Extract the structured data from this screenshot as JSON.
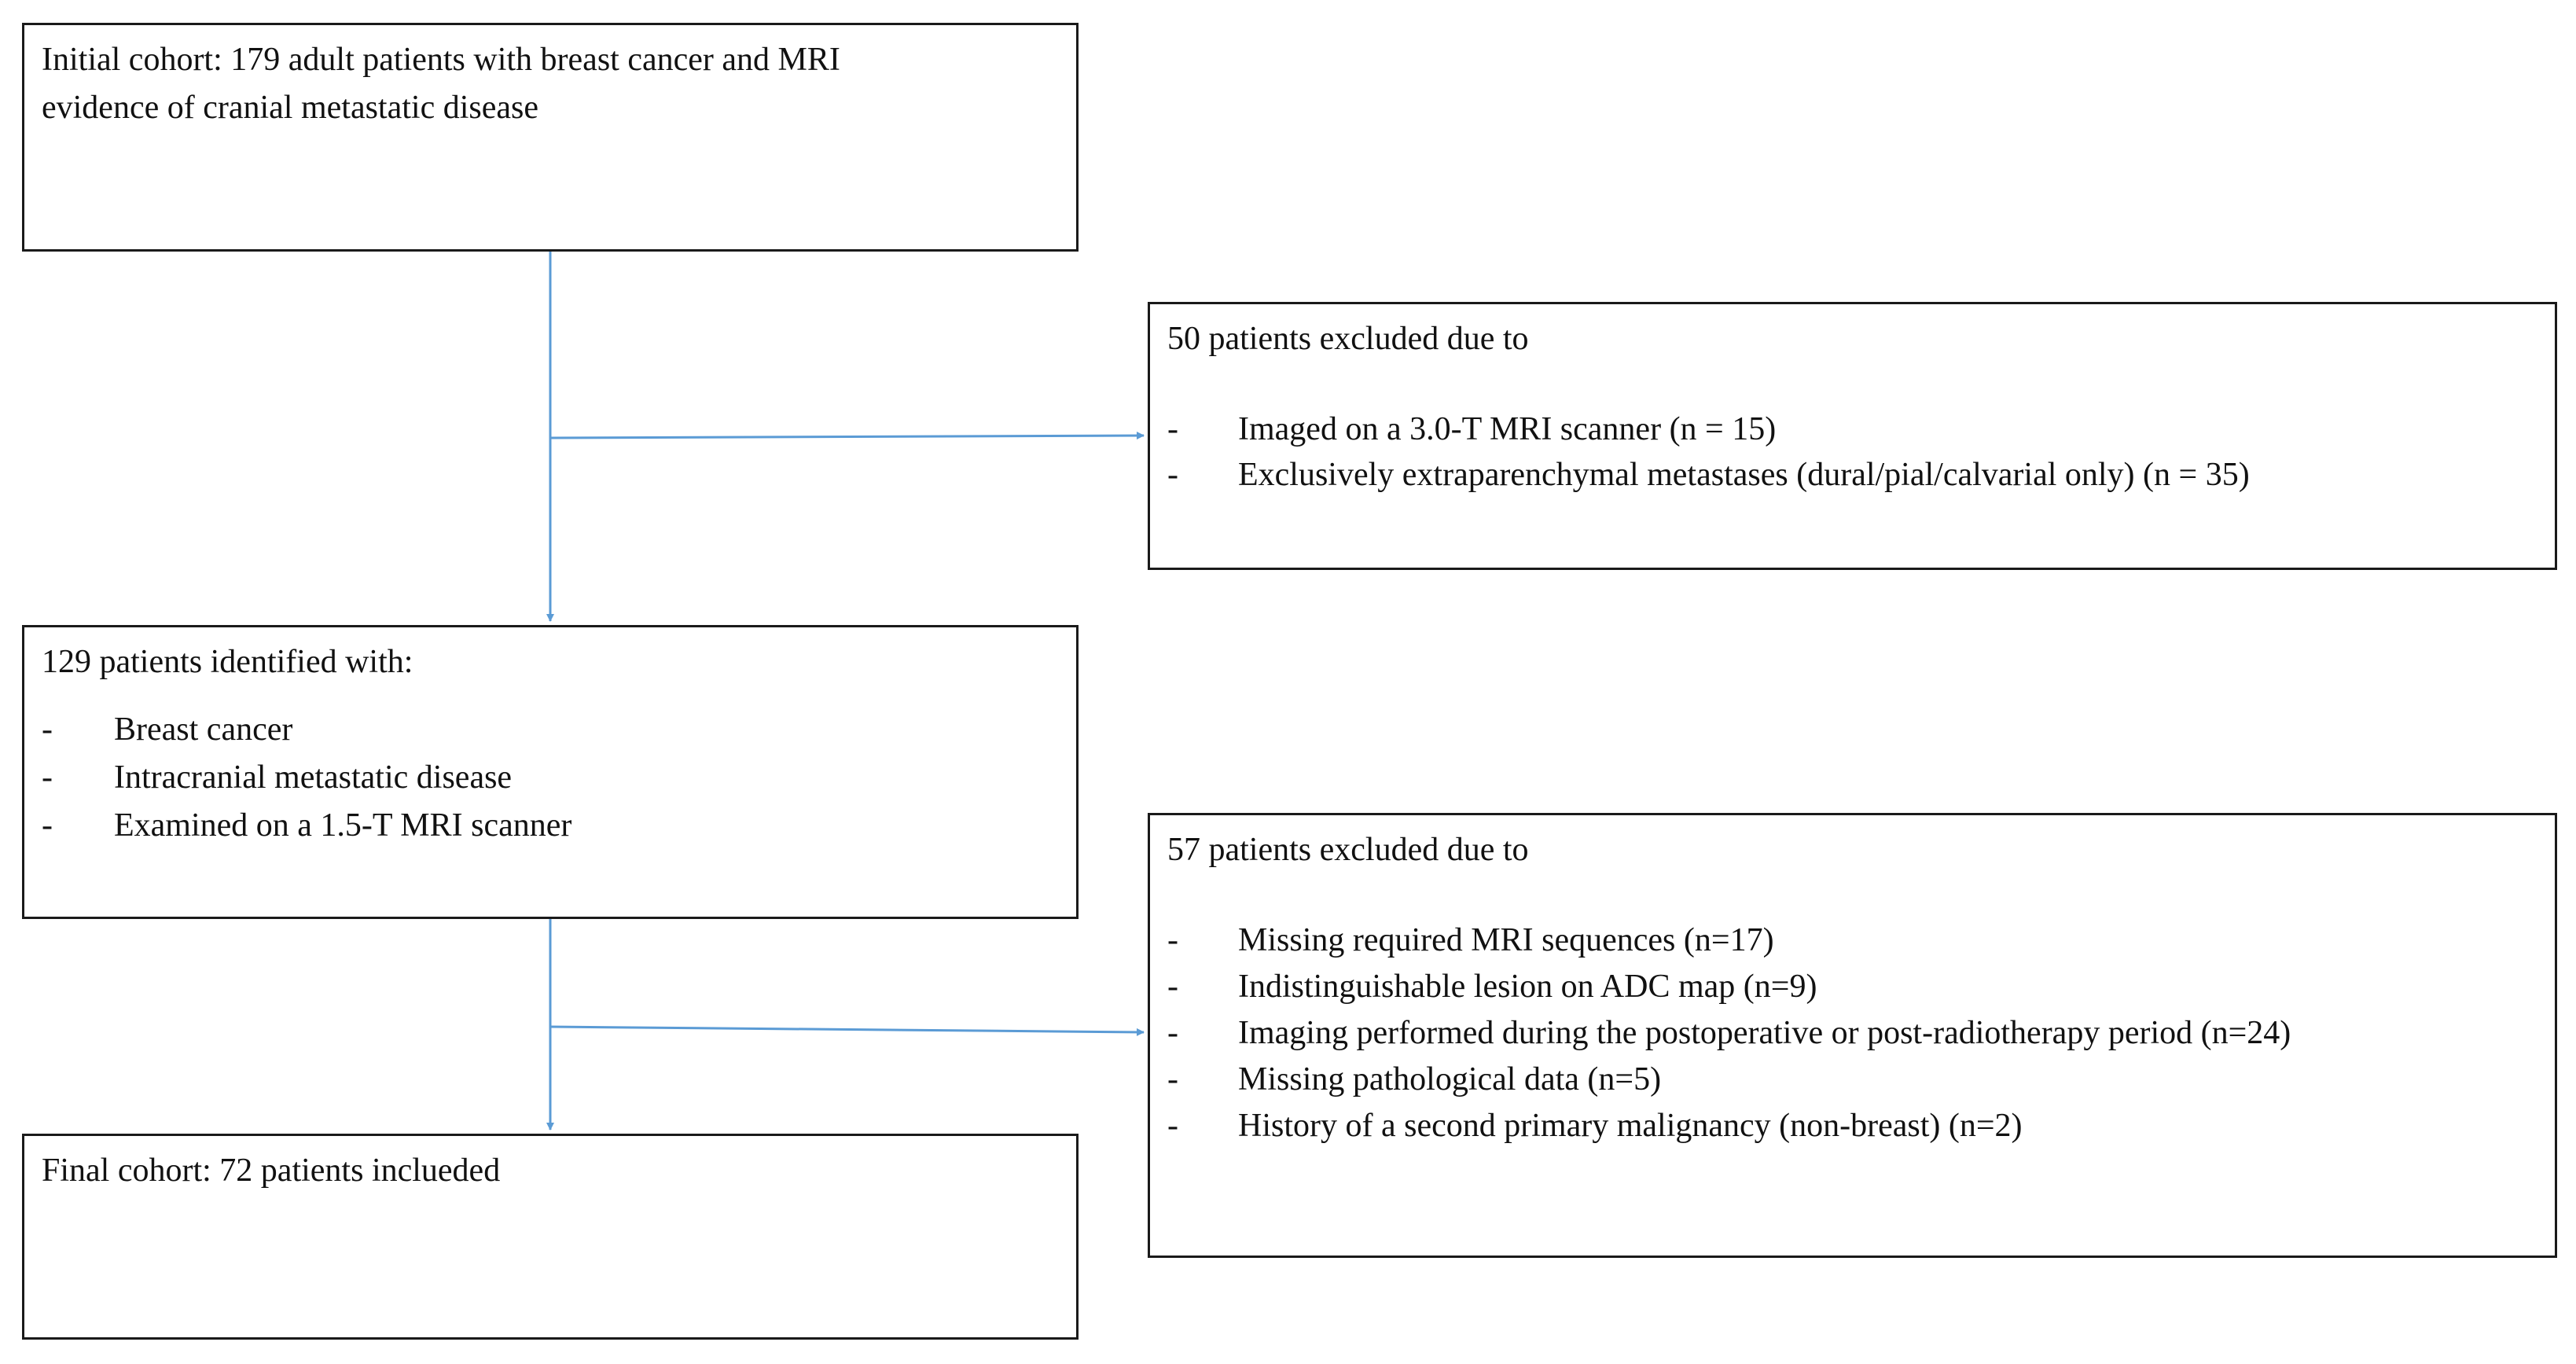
{
  "flow": {
    "initial": {
      "text_line1": "Initial  cohort: 179 adult patients with breast cancer and MRI",
      "text_line2": "evidence of cranial  metastatic disease"
    },
    "exclusion1": {
      "title": "50 patients  excluded due to",
      "items": [
        "Imaged on a 3.0-T MRI scanner (n = 15)",
        "Exclusively  extraparenchymal metastases (dural/pial/calvarial  only) (n = 35)"
      ]
    },
    "identified": {
      "title": "129 patients identified  with:",
      "items": [
        "Breast cancer",
        "Intracranial  metastatic disease",
        "Examined  on a 1.5-T MRI scanner"
      ]
    },
    "exclusion2": {
      "title": "57 patients  excluded due to",
      "items": [
        "Missing required MRI sequences (n=17)",
        "Indistinguishable  lesion on ADC map (n=9)",
        "Imaging  performed during the postoperative or post-radiotherapy period (n=24)",
        "Missing  pathological data (n=5)",
        "History of a second primary malignancy  (non-breast) (n=2)"
      ]
    },
    "final": {
      "text": "Final cohort: 72 patients inclueded"
    },
    "bullet": "-",
    "connector_color": "#5b9bd5"
  }
}
